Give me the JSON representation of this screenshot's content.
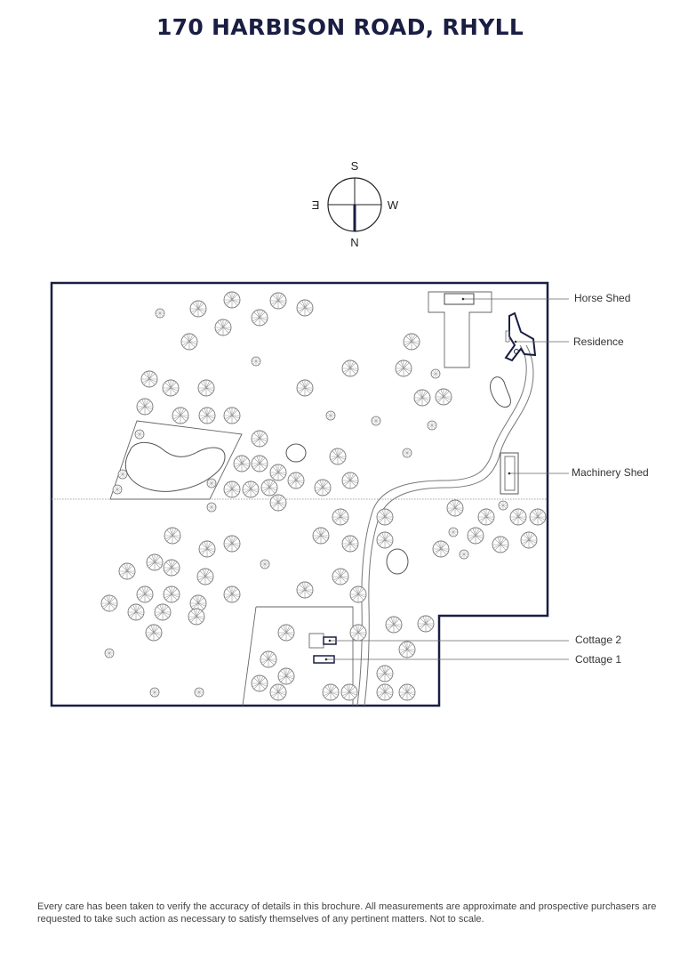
{
  "title": "170 HARBISON ROAD, RHYLL",
  "compass": {
    "top": "S",
    "bottom": "N",
    "left": "E",
    "right": "W",
    "left_mirrored": true,
    "right_mirrored": true
  },
  "labels": {
    "horse_shed": "Horse Shed",
    "residence": "Residence",
    "machinery_shed": "Machinery Shed",
    "cottage_2": "Cottage 2",
    "cottage_1": "Cottage 1"
  },
  "disclaimer": "Every care has been taken to verify the accuracy of details in this brochure. All measurements are approximate and prospective purchasers are requested to take such action as necessary to satisfy themselves of any pertinent matters. Not to scale.",
  "colors": {
    "boundary": "#1a1e42",
    "line": "#666666",
    "tree": "#777777",
    "title": "#1a1e42"
  },
  "icons": [
    "compass-icon",
    "tree-icon"
  ]
}
